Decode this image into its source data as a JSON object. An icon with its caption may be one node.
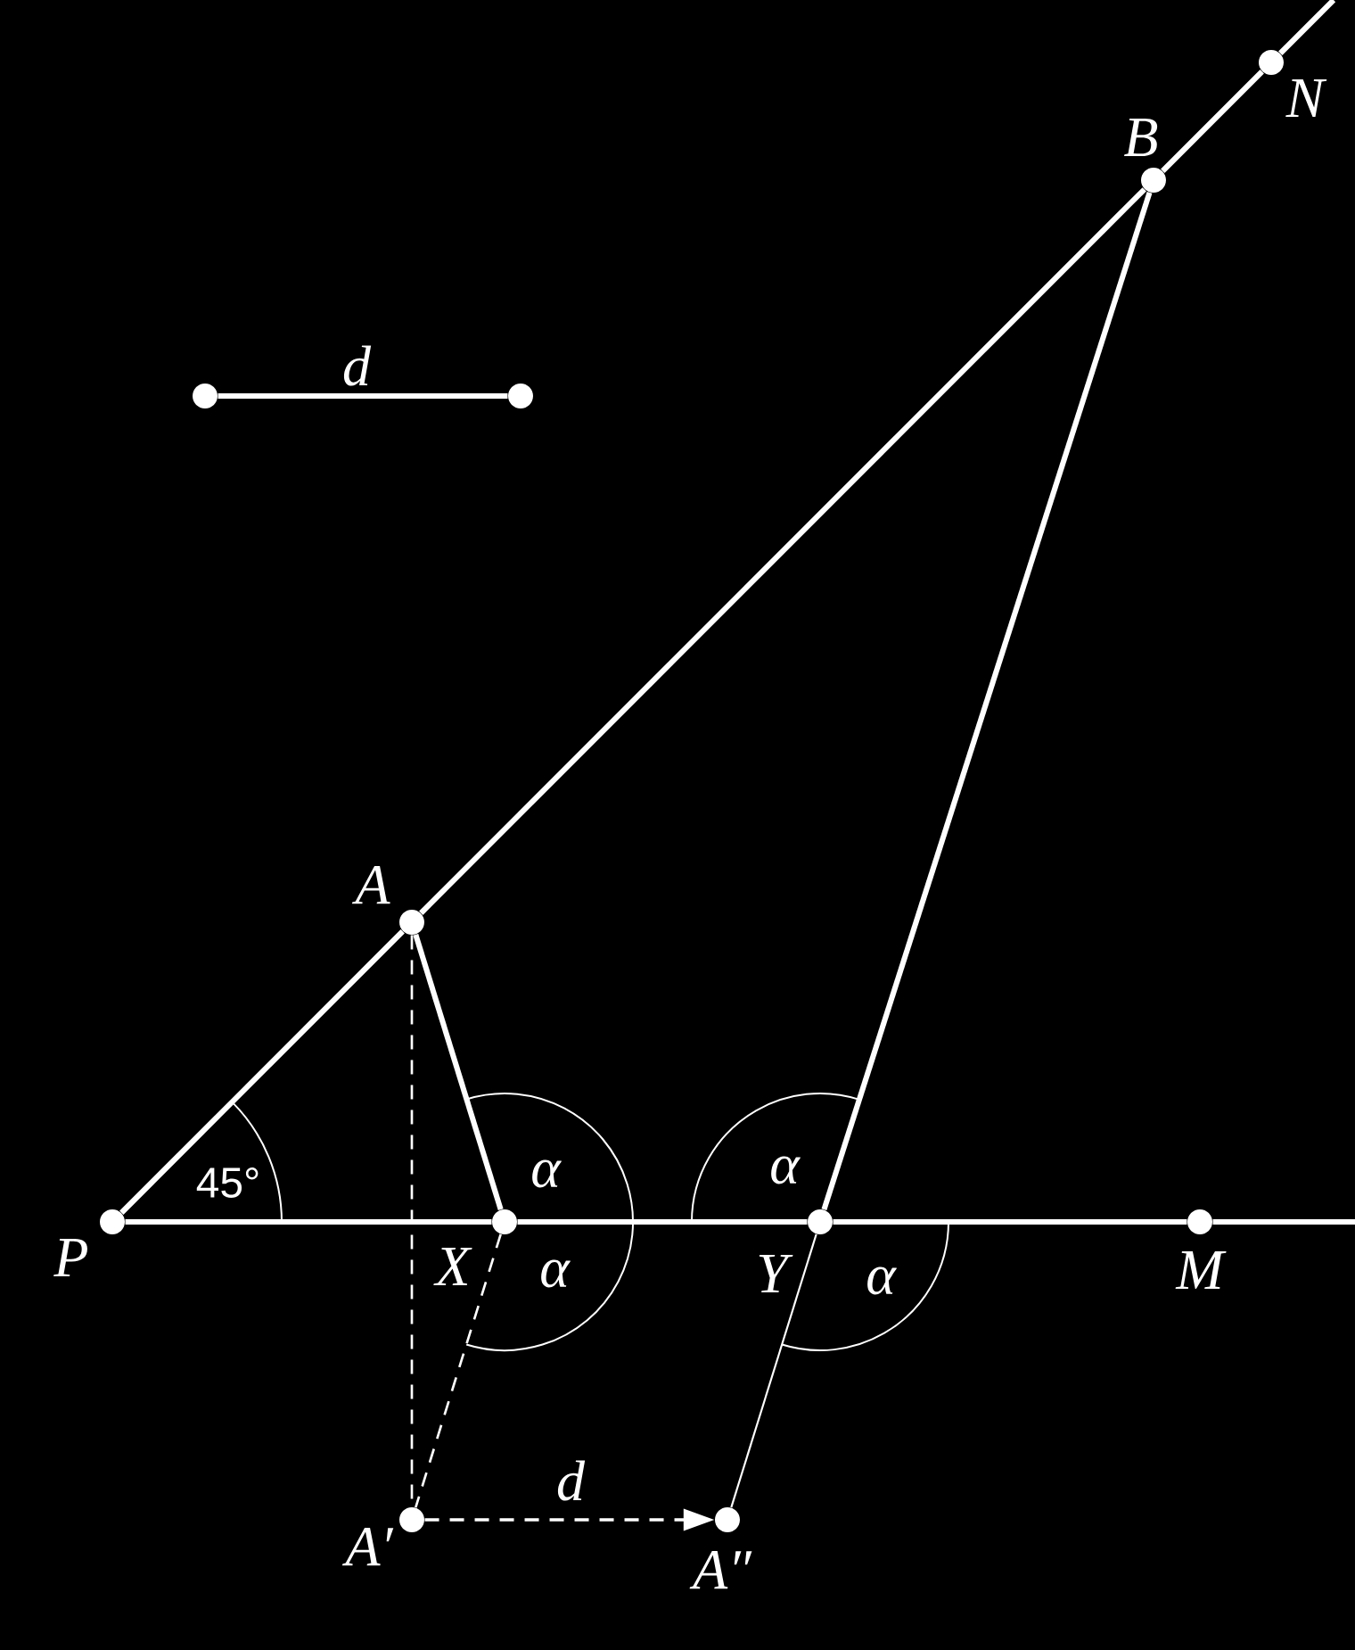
{
  "diagram": {
    "nodes": [
      {
        "text": [
          "P"
        ]
      },
      {
        "text": [
          "A"
        ]
      },
      {
        "text": [
          "B"
        ]
      },
      {
        "text": [
          "N"
        ]
      },
      {
        "text": [
          "X"
        ]
      },
      {
        "text": [
          "Y"
        ]
      },
      {
        "text": [
          "M"
        ]
      },
      {
        "text": [
          "A′"
        ]
      },
      {
        "text": [
          "A″"
        ]
      },
      {
        "text": [],
        "shape": "circle"
      },
      {
        "text": [],
        "shape": "circle"
      }
    ],
    "edges": [
      {
        "from": 0,
        "to": 1,
        "arrow": "none"
      },
      {
        "from": 1,
        "to": 2,
        "arrow": "none"
      },
      {
        "from": 2,
        "to": 3,
        "arrow": "none"
      },
      {
        "from": 3,
        "to": null,
        "arrow": "none"
      },
      {
        "from": 0,
        "to": 4,
        "arrow": "none"
      },
      {
        "from": 4,
        "to": 5,
        "arrow": "none"
      },
      {
        "from": 5,
        "to": 6,
        "arrow": "none"
      },
      {
        "from": 6,
        "to": null,
        "arrow": "none"
      },
      {
        "from": 1,
        "to": 4,
        "arrow": "none"
      },
      {
        "from": 2,
        "to": 5,
        "arrow": "none"
      },
      {
        "from": 9,
        "to": 10,
        "arrow": "none",
        "label": "d"
      },
      {
        "from": 1,
        "to": 7,
        "arrow": "none",
        "style": "dashed"
      },
      {
        "from": 4,
        "to": 7,
        "arrow": "none",
        "style": "dashed"
      },
      {
        "from": 5,
        "to": 8,
        "arrow": "none"
      },
      {
        "from": 7,
        "to": 8,
        "arrow": "to",
        "style": "dashed",
        "label": "d"
      }
    ],
    "labels": [
      "45°",
      "α",
      "α",
      "α",
      "α"
    ]
  }
}
